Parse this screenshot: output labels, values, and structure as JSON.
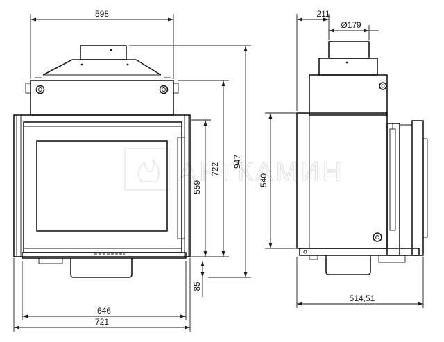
{
  "watermark": "АРТКАМИН",
  "dimensions": {
    "front_top_width": "598",
    "front_height_total": "947",
    "front_height_body": "722",
    "front_height_door": "559",
    "front_bottom_offset": "85",
    "front_inner_width": "646",
    "front_outer_width": "721",
    "side_collar_offset": "211",
    "side_flue_diameter": "Ø179",
    "side_height": "540",
    "side_depth": "514,51"
  }
}
